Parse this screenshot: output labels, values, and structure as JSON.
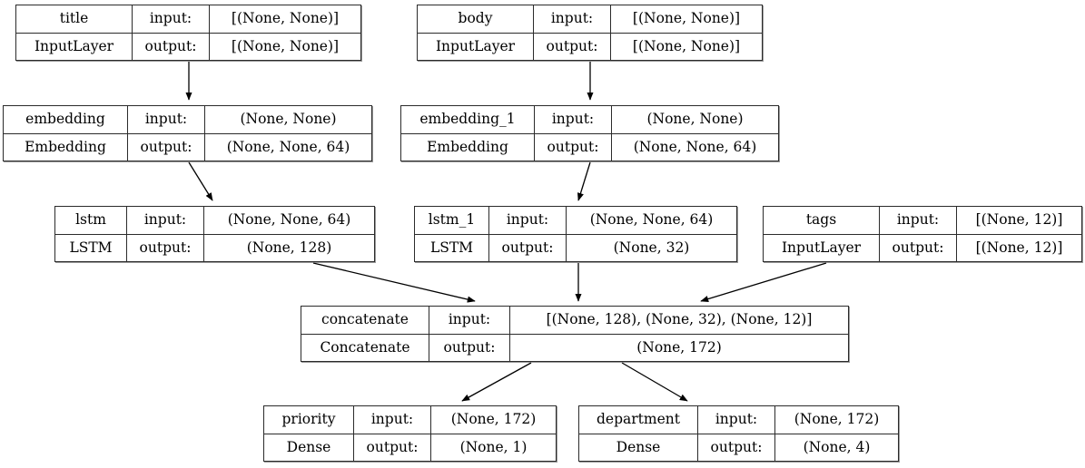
{
  "diagram": {
    "kind": "keras-model-plot",
    "io_labels": {
      "input": "input:",
      "output": "output:"
    },
    "nodes": [
      {
        "id": "title",
        "name": "title",
        "class_name": "InputLayer",
        "input_shape": "[(None, None)]",
        "output_shape": "[(None, None)]"
      },
      {
        "id": "body",
        "name": "body",
        "class_name": "InputLayer",
        "input_shape": "[(None, None)]",
        "output_shape": "[(None, None)]"
      },
      {
        "id": "embedding",
        "name": "embedding",
        "class_name": "Embedding",
        "input_shape": "(None, None)",
        "output_shape": "(None, None, 64)"
      },
      {
        "id": "embedding_1",
        "name": "embedding_1",
        "class_name": "Embedding",
        "input_shape": "(None, None)",
        "output_shape": "(None, None, 64)"
      },
      {
        "id": "lstm",
        "name": "lstm",
        "class_name": "LSTM",
        "input_shape": "(None, None, 64)",
        "output_shape": "(None, 128)"
      },
      {
        "id": "lstm_1",
        "name": "lstm_1",
        "class_name": "LSTM",
        "input_shape": "(None, None, 64)",
        "output_shape": "(None, 32)"
      },
      {
        "id": "tags",
        "name": "tags",
        "class_name": "InputLayer",
        "input_shape": "[(None, 12)]",
        "output_shape": "[(None, 12)]"
      },
      {
        "id": "concatenate",
        "name": "concatenate",
        "class_name": "Concatenate",
        "input_shape": "[(None, 128), (None, 32), (None, 12)]",
        "output_shape": "(None, 172)"
      },
      {
        "id": "priority",
        "name": "priority",
        "class_name": "Dense",
        "input_shape": "(None, 172)",
        "output_shape": "(None, 1)"
      },
      {
        "id": "department",
        "name": "department",
        "class_name": "Dense",
        "input_shape": "(None, 172)",
        "output_shape": "(None, 4)"
      }
    ],
    "edges": [
      {
        "from": "title",
        "to": "embedding"
      },
      {
        "from": "body",
        "to": "embedding_1"
      },
      {
        "from": "embedding",
        "to": "lstm"
      },
      {
        "from": "embedding_1",
        "to": "lstm_1"
      },
      {
        "from": "lstm",
        "to": "concatenate"
      },
      {
        "from": "lstm_1",
        "to": "concatenate"
      },
      {
        "from": "tags",
        "to": "concatenate"
      },
      {
        "from": "concatenate",
        "to": "priority"
      },
      {
        "from": "concatenate",
        "to": "department"
      }
    ],
    "colors": {
      "background": "#ffffff",
      "border": "#2b2b2b",
      "text": "#000000",
      "edge": "#000000"
    }
  }
}
